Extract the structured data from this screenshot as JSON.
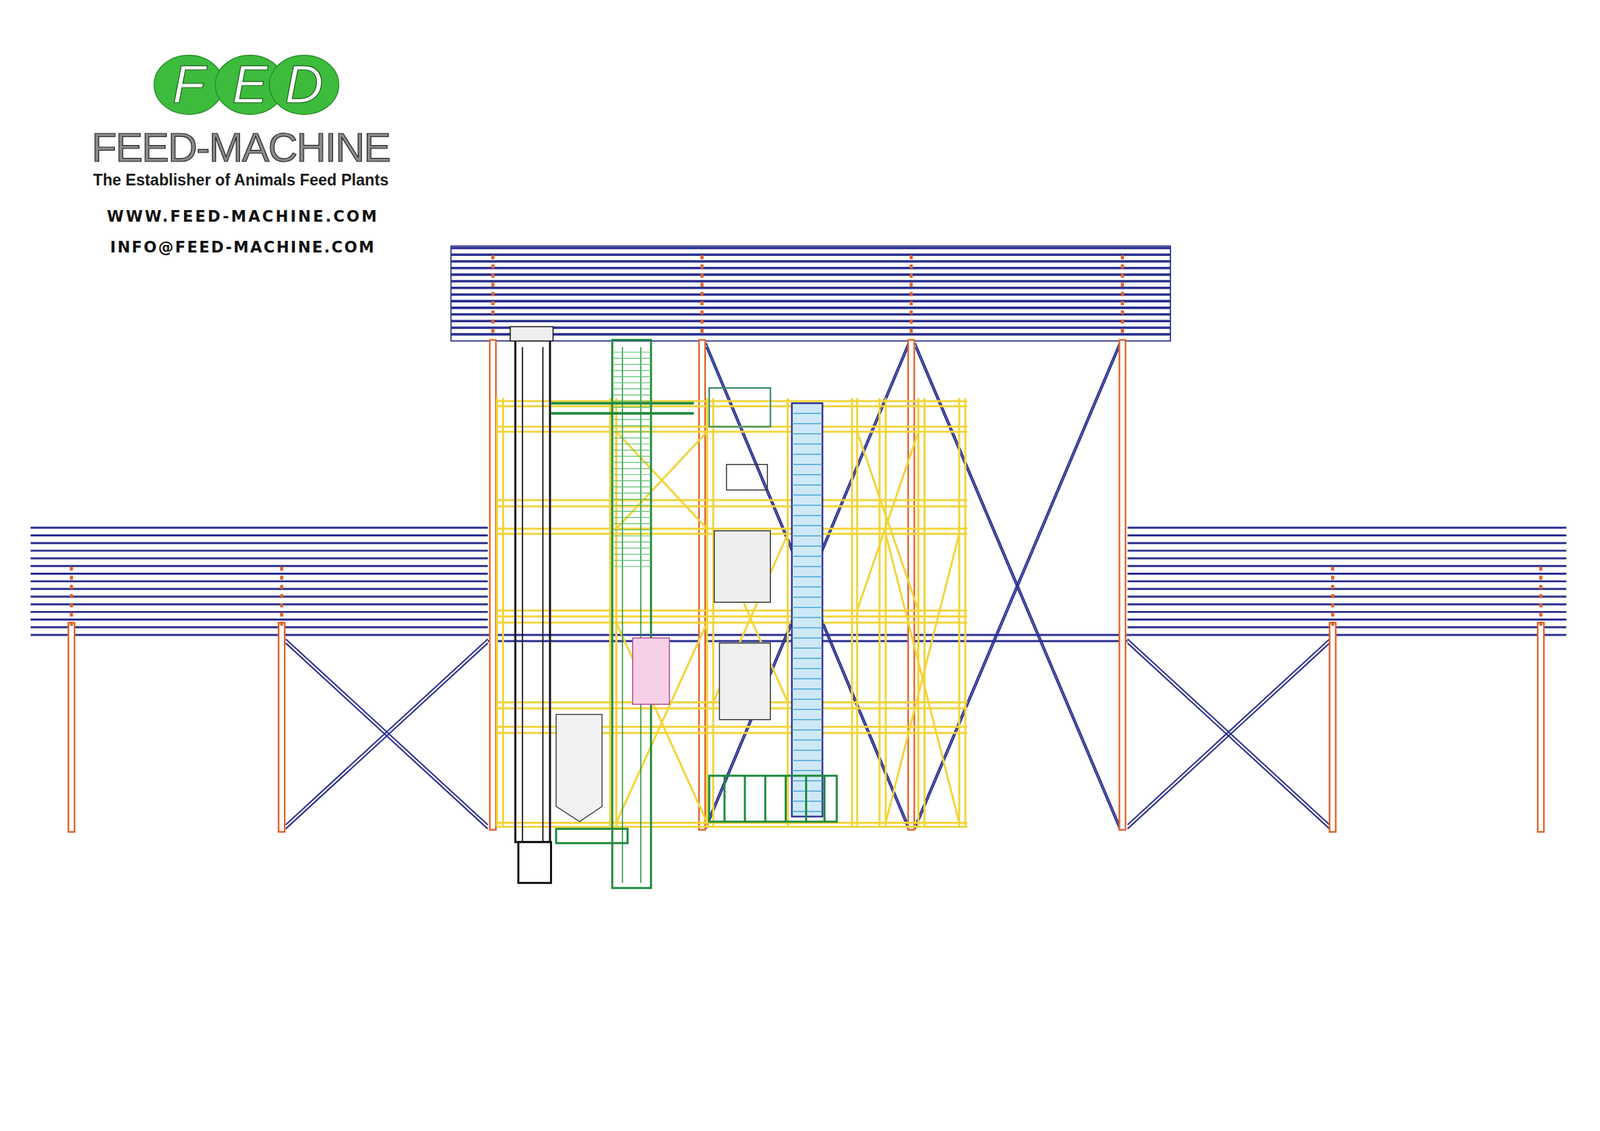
{
  "diagram": {
    "labels": [
      "F",
      "E",
      "D",
      "FEED-MACHINE",
      "The Establisher of Animals Feed Plants",
      "WWW.FEED-MACHINE.COM",
      "INFO@FEED-MACHINE.COM"
    ]
  }
}
